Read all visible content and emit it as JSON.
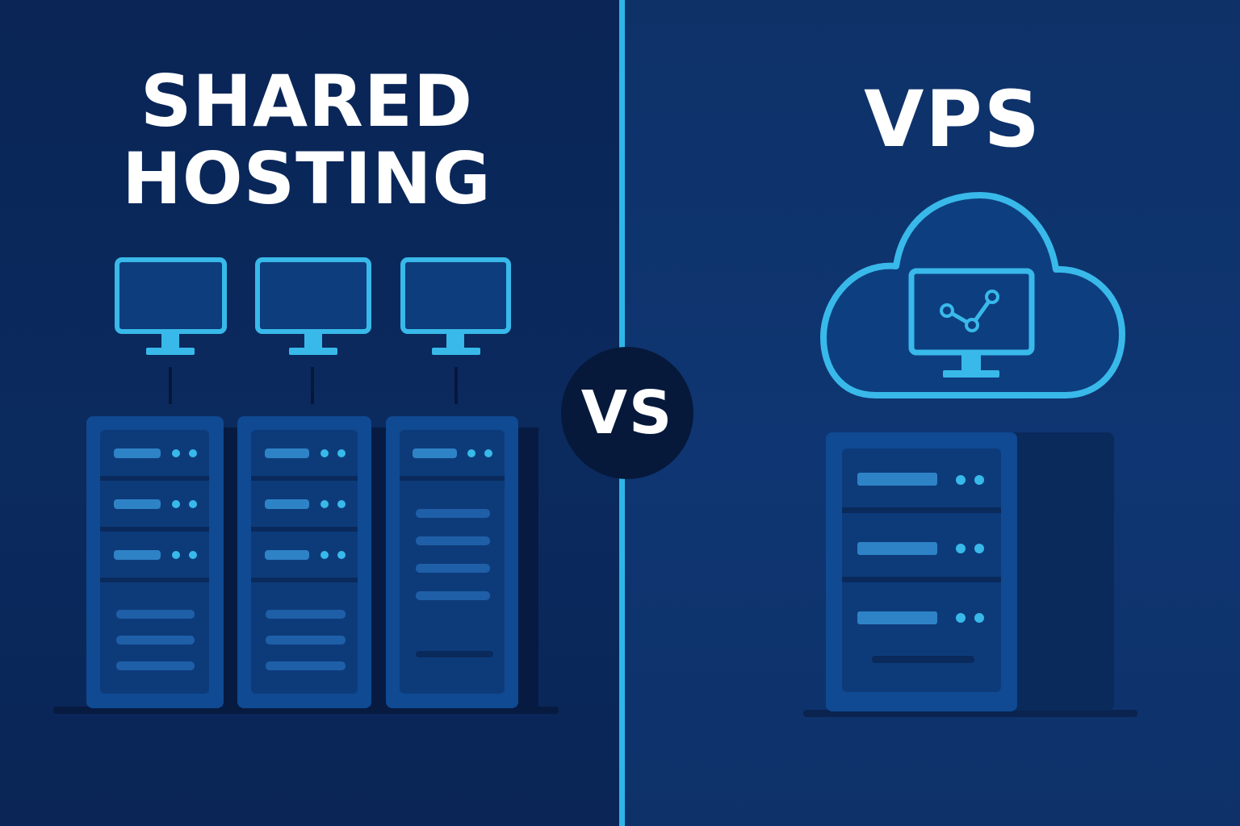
{
  "left": {
    "title_line1": "SHARED",
    "title_line2": "HOSTING"
  },
  "center": {
    "vs_label": "VS"
  },
  "right": {
    "title": "VPS"
  },
  "colors": {
    "background_left": "#0a2556",
    "background_right": "#0f3672",
    "accent": "#2fb6e8",
    "server_body": "#0f4a93",
    "server_face": "#0d3b7a",
    "text": "#ffffff"
  },
  "icons": [
    "monitor-icon",
    "server-rack-icon",
    "cloud-icon",
    "chart-node-icon"
  ]
}
